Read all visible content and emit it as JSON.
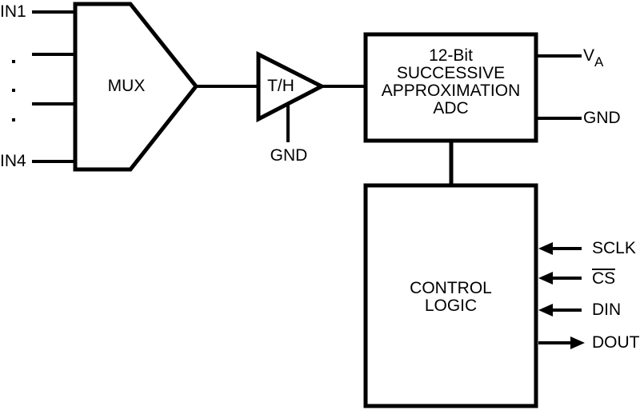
{
  "colors": {
    "ink": "#000000",
    "background": "#ffffff"
  },
  "mux": {
    "label": "MUX",
    "input_top": "IN1",
    "input_bottom": "IN4"
  },
  "track_hold": {
    "label": "T/H",
    "ground_label": "GND"
  },
  "adc": {
    "lines": [
      "12-Bit",
      "SUCCESSIVE",
      "APPROXIMATION",
      "ADC"
    ],
    "supply_main": "V",
    "supply_sub": "A",
    "ground_label": "GND"
  },
  "control_logic": {
    "lines": [
      "CONTROL",
      "LOGIC"
    ],
    "signals": {
      "sclk": "SCLK",
      "cs": "CS",
      "din": "DIN",
      "dout": "DOUT"
    }
  }
}
